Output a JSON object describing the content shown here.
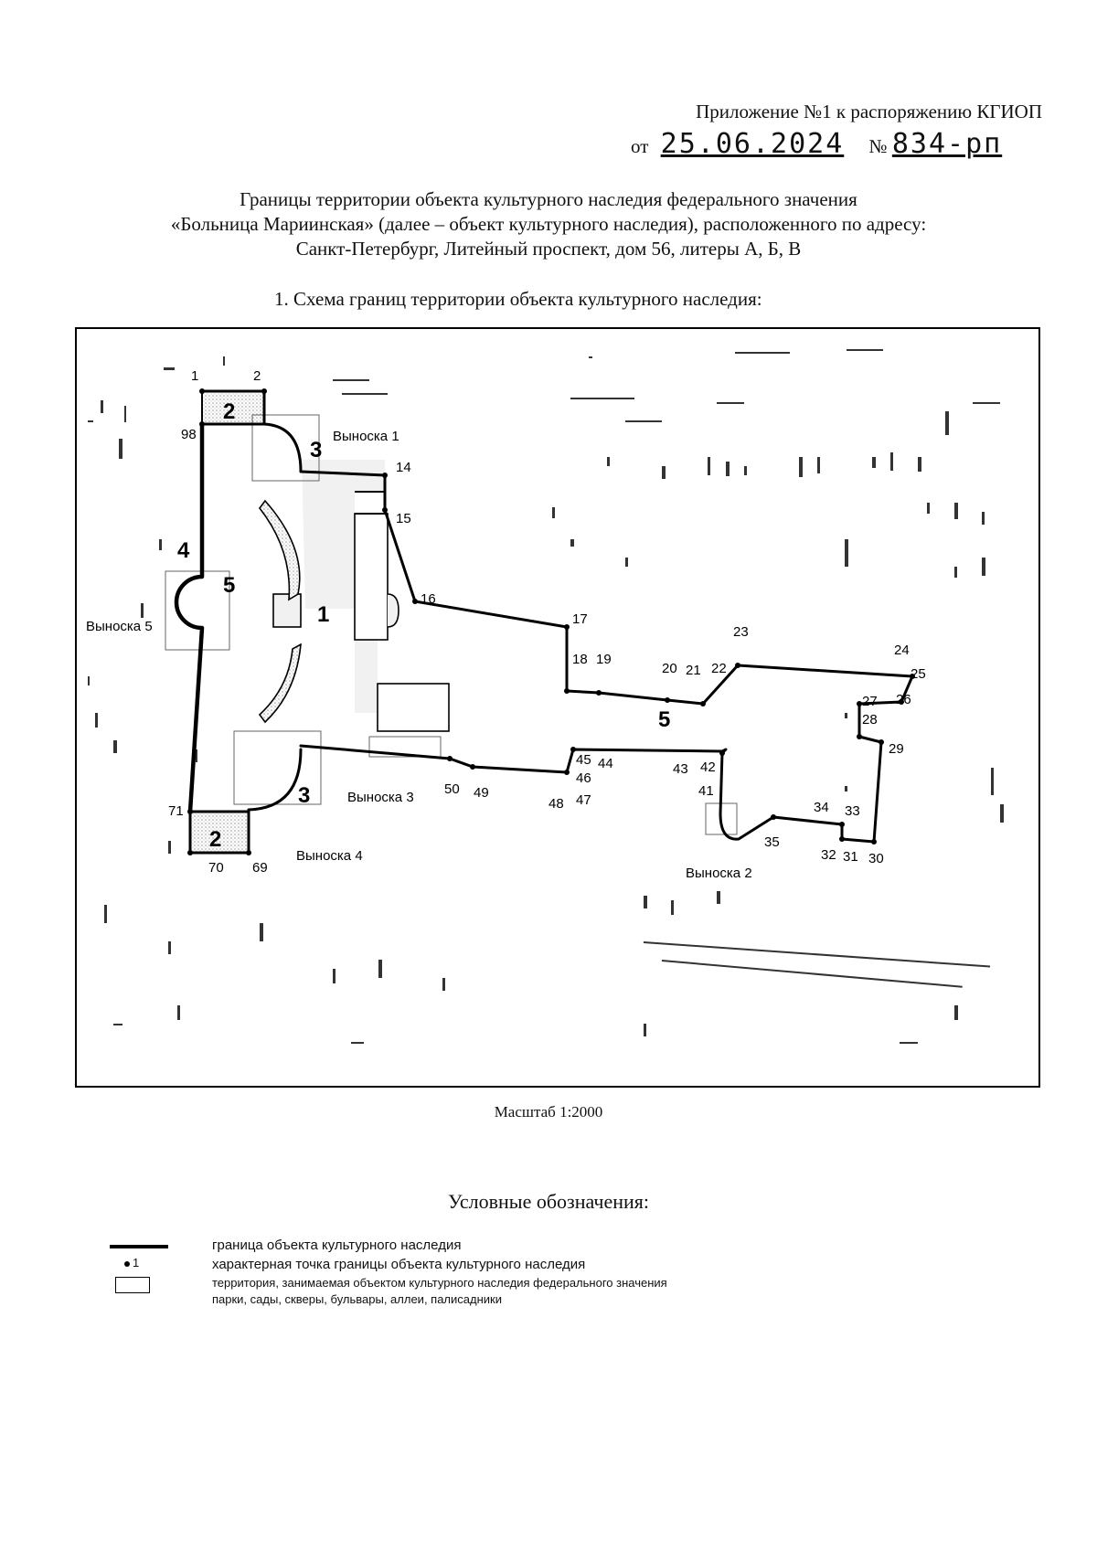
{
  "header": {
    "appendix": "Приложение №1 к распоряжению КГИОП",
    "from_label": "от",
    "date": "25.06.2024",
    "number_label": "№",
    "number": "834-рп"
  },
  "title": {
    "line1": "Границы территории объекта культурного наследия федерального значения",
    "line2": "«Больница Мариинская» (далее – объект культурного наследия), расположенного  по адресу:",
    "line3": "Санкт-Петербург, Литейный проспект, дом 56, литеры А, Б, В"
  },
  "schema_title": "1.  Схема границ территории объекта культурного наследия:",
  "map": {
    "zone_labels": [
      "1",
      "2",
      "2",
      "3",
      "3",
      "4",
      "5",
      "5"
    ],
    "callouts": [
      "Выноска 1",
      "Выноска 2",
      "Выноска 3",
      "Выноска 4",
      "Выноска 5"
    ],
    "point_labels": [
      "1",
      "2",
      "98",
      "14",
      "15",
      "16",
      "17",
      "18",
      "19",
      "20",
      "21",
      "22",
      "23",
      "24",
      "25",
      "26",
      "27",
      "28",
      "29",
      "30",
      "31",
      "32",
      "33",
      "34",
      "35",
      "41",
      "42",
      "43",
      "44",
      "45",
      "46",
      "47",
      "48",
      "49",
      "50",
      "69",
      "70",
      "71"
    ]
  },
  "scale": "Масштаб 1:2000",
  "legend": {
    "title": "Условные обозначения:",
    "items": [
      "граница объекта культурного наследия",
      "характерная точка границы объекта культурного наследия",
      "территория, занимаемая объектом культурного наследия федерального значения",
      "парки, сады, скверы, бульвары, аллеи, палисадники"
    ],
    "point_symbol": "1"
  }
}
